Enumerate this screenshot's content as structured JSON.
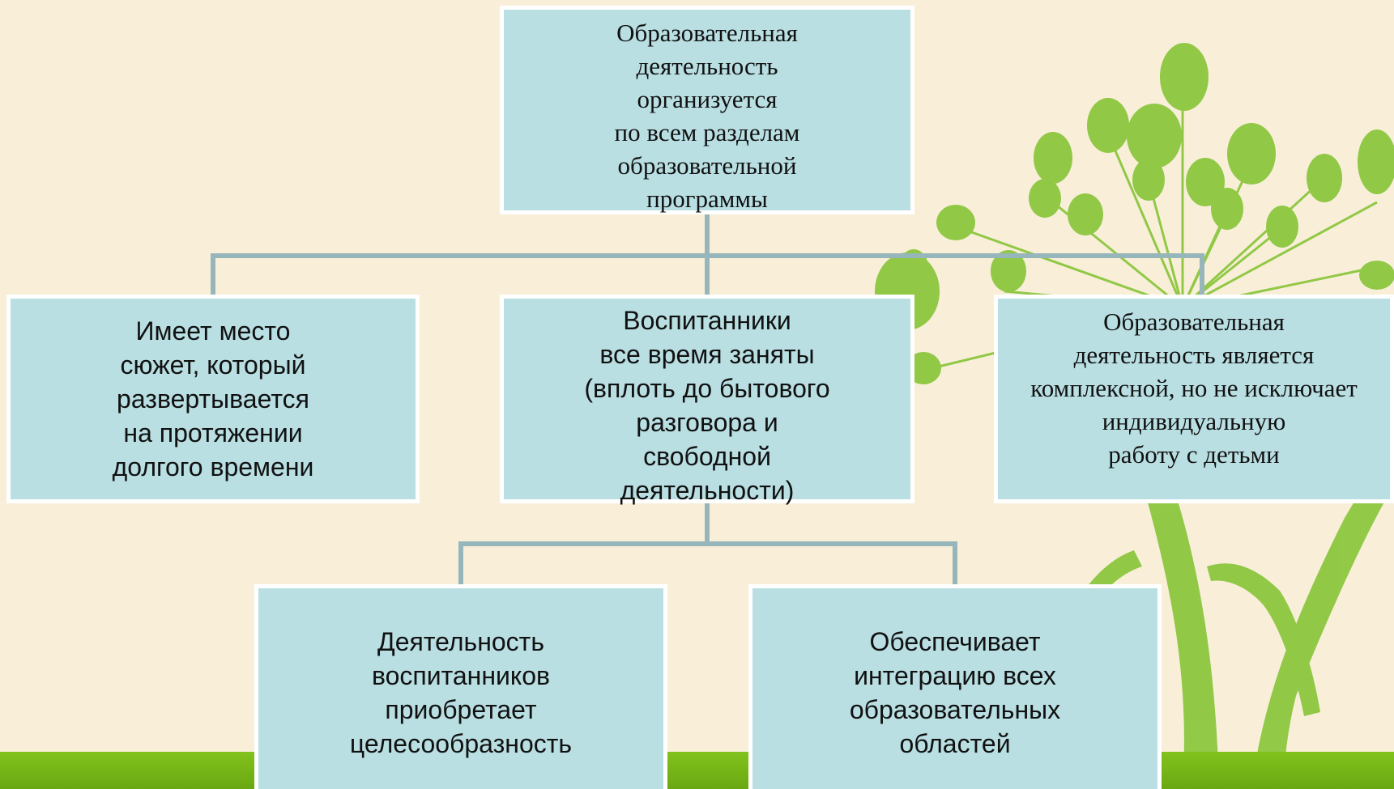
{
  "diagram": {
    "root": {
      "text": "Образовательная\nдеятельность\nорганизуется\nпо всем разделам\n образовательной\nпрограммы"
    },
    "level1": [
      {
        "text": "Имеет место\nсюжет, который\nразвертывается\nна протяжении\nдолгого времени"
      },
      {
        "text": "Воспитанники\n все время заняты\n(вплоть до бытового\nразговора и\nсвободной\nдеятельности)"
      },
      {
        "text": "Образовательная\nдеятельность является\nкомплексной, но не исключает\nиндивидуальную\nработу с детьми"
      }
    ],
    "level2": [
      {
        "text": "Деятельность\nвоспитанников\nприобретает\nцелесообразность"
      },
      {
        "text": "Обеспечивает\nинтеграцию всех\nобразовательных\nобластей"
      }
    ]
  },
  "colors": {
    "background": "#f9efd9",
    "box_fill": "#b9dfe3",
    "box_border": "#ffffff",
    "connector": "#97b6bb",
    "tree_green": "#8cc63f",
    "strip_green": "#7dbd1a"
  }
}
